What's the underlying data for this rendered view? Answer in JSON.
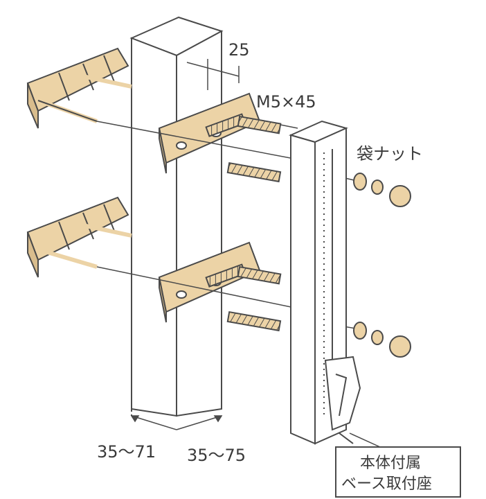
{
  "labels": {
    "dim_top": "25",
    "bolt_spec": "M5×45",
    "cap_nut": "袋ナット",
    "dim_left": "35～71",
    "dim_right": "35～75",
    "base_note_line1": "本体付属",
    "base_note_line2": "ベース取付座"
  },
  "colors": {
    "line": "#4a4a4a",
    "plate": "#ecd3a6",
    "post": "#ffffff",
    "bolt": "#e8cfa0"
  }
}
